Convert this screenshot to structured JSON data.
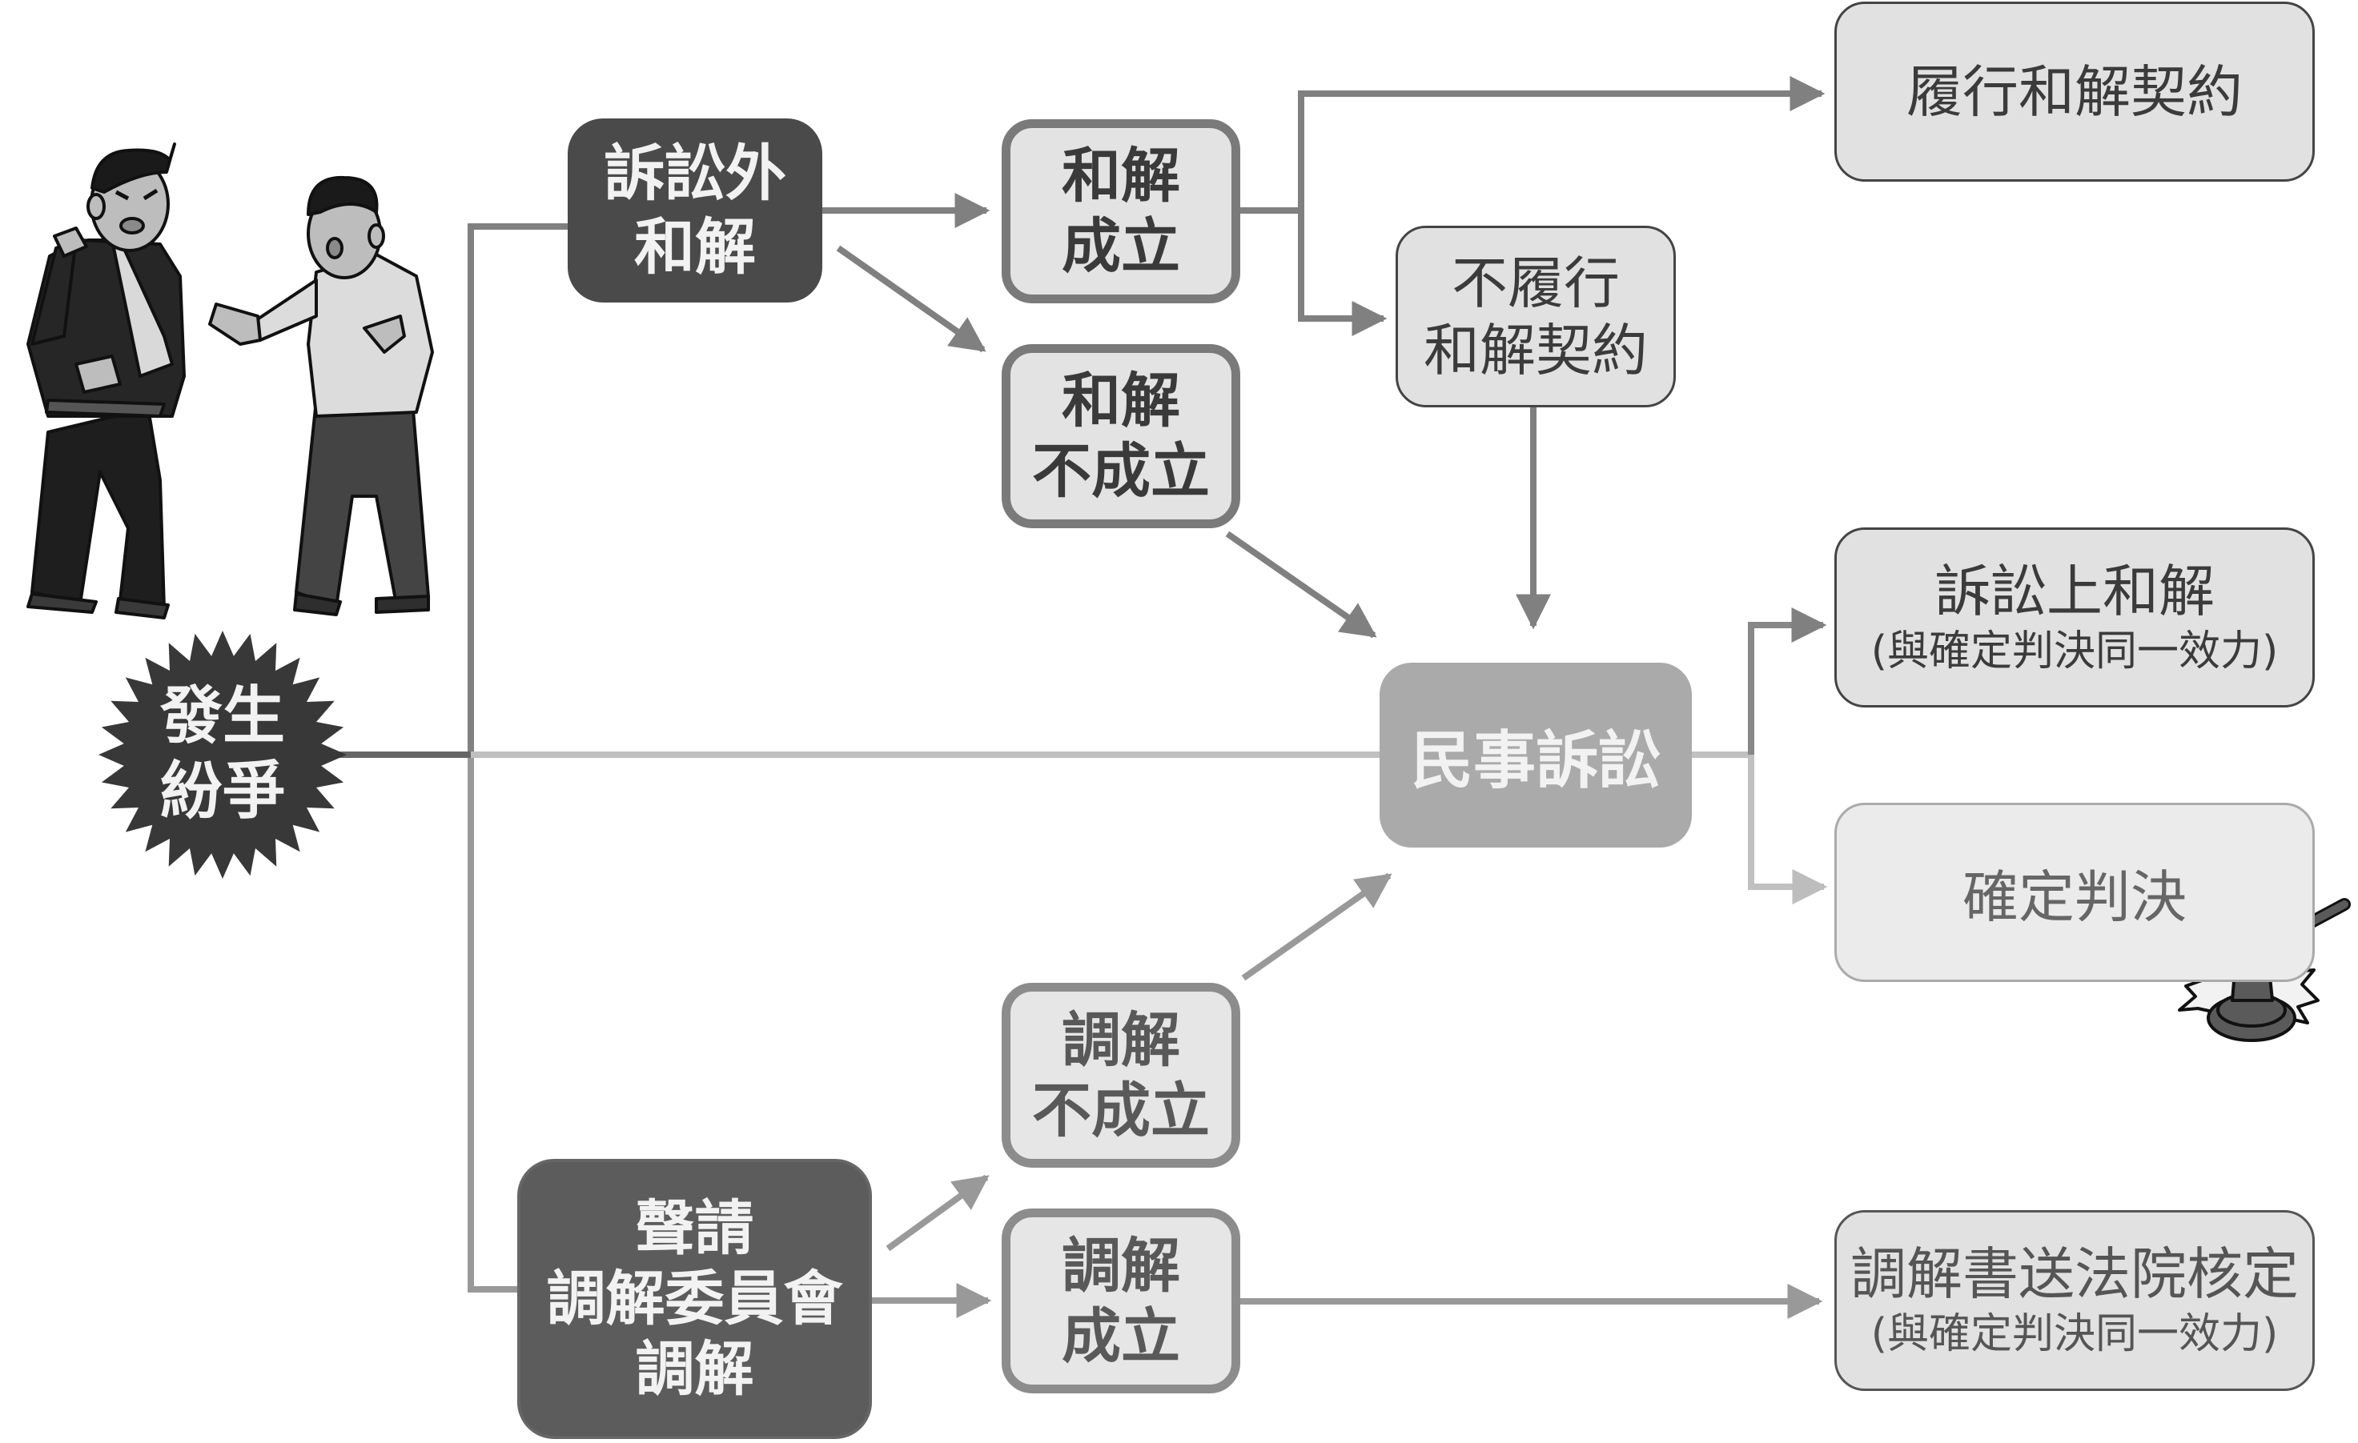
{
  "diagram": {
    "title_node": {
      "line1": "發生",
      "line2": "紛爭",
      "icon": "starburst-icon"
    },
    "nodes": {
      "out_of_court": {
        "line1": "訴訟外",
        "line2": "和解"
      },
      "settle_success": {
        "line1": "和解",
        "line2": "成立"
      },
      "settle_fail": {
        "line1": "和解",
        "line2": "不成立"
      },
      "perform_contract": {
        "label": "履行和解契約"
      },
      "nonperform_contract": {
        "line1": "不履行",
        "line2": "和解契約"
      },
      "civil_suit": {
        "label": "民事訴訟"
      },
      "court_settlement": {
        "label": "訴訟上和解",
        "note": "(與確定判決同一效力)"
      },
      "final_judgment": {
        "label": "確定判決",
        "icon": "gavel-icon"
      },
      "mediation_request": {
        "line1": "聲請",
        "line2": "調解委員會",
        "line3": "調解"
      },
      "mediation_fail": {
        "line1": "調解",
        "line2": "不成立"
      },
      "mediation_success": {
        "line1": "調解",
        "line2": "成立"
      },
      "court_approval": {
        "label": "調解書送法院核定",
        "note": "(與確定判決同一效力)"
      }
    },
    "illustration": {
      "icon": "two-people-arguing-icon"
    },
    "colors": {
      "connector_dark": "#808080",
      "connector_mid": "#999999",
      "connector_light": "#c0c0c0",
      "star_fill": "#383838",
      "dark_box": "#4a4a4a",
      "civil_box": "#aaaaaa"
    }
  }
}
